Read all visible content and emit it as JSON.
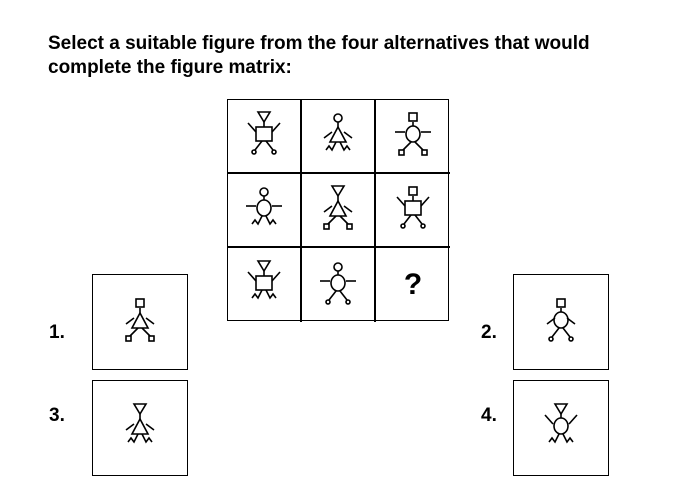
{
  "question": "Select a suitable figure from the four alternatives that would complete the figure matrix:",
  "matrix": {
    "missing_mark": "?",
    "cells": [
      {
        "head": "triangle-down",
        "body": "square",
        "arms": "up",
        "legs": "dots"
      },
      {
        "head": "circle",
        "body": "triangle",
        "arms": "down",
        "legs": "zigzag"
      },
      {
        "head": "square",
        "body": "circle",
        "arms": "level",
        "legs": "squares"
      },
      {
        "head": "circle",
        "body": "circle",
        "arms": "level",
        "legs": "zigzag"
      },
      {
        "head": "triangle-down",
        "body": "triangle",
        "arms": "down",
        "legs": "squares"
      },
      {
        "head": "square",
        "body": "square",
        "arms": "up",
        "legs": "dots"
      },
      {
        "head": "triangle-down",
        "body": "square",
        "arms": "up",
        "legs": "zigzag"
      },
      {
        "head": "circle",
        "body": "circle",
        "arms": "level",
        "legs": "dots"
      },
      null
    ]
  },
  "options": [
    {
      "label": "1.",
      "figure": {
        "head": "square",
        "body": "triangle",
        "arms": "down",
        "legs": "squares"
      }
    },
    {
      "label": "2.",
      "figure": {
        "head": "square",
        "body": "circle",
        "arms": "down",
        "legs": "dots"
      }
    },
    {
      "label": "3.",
      "figure": {
        "head": "triangle-down",
        "body": "triangle",
        "arms": "down",
        "legs": "zigzag"
      }
    },
    {
      "label": "4.",
      "figure": {
        "head": "triangle-down",
        "body": "circle",
        "arms": "up",
        "legs": "zigzag"
      }
    }
  ]
}
